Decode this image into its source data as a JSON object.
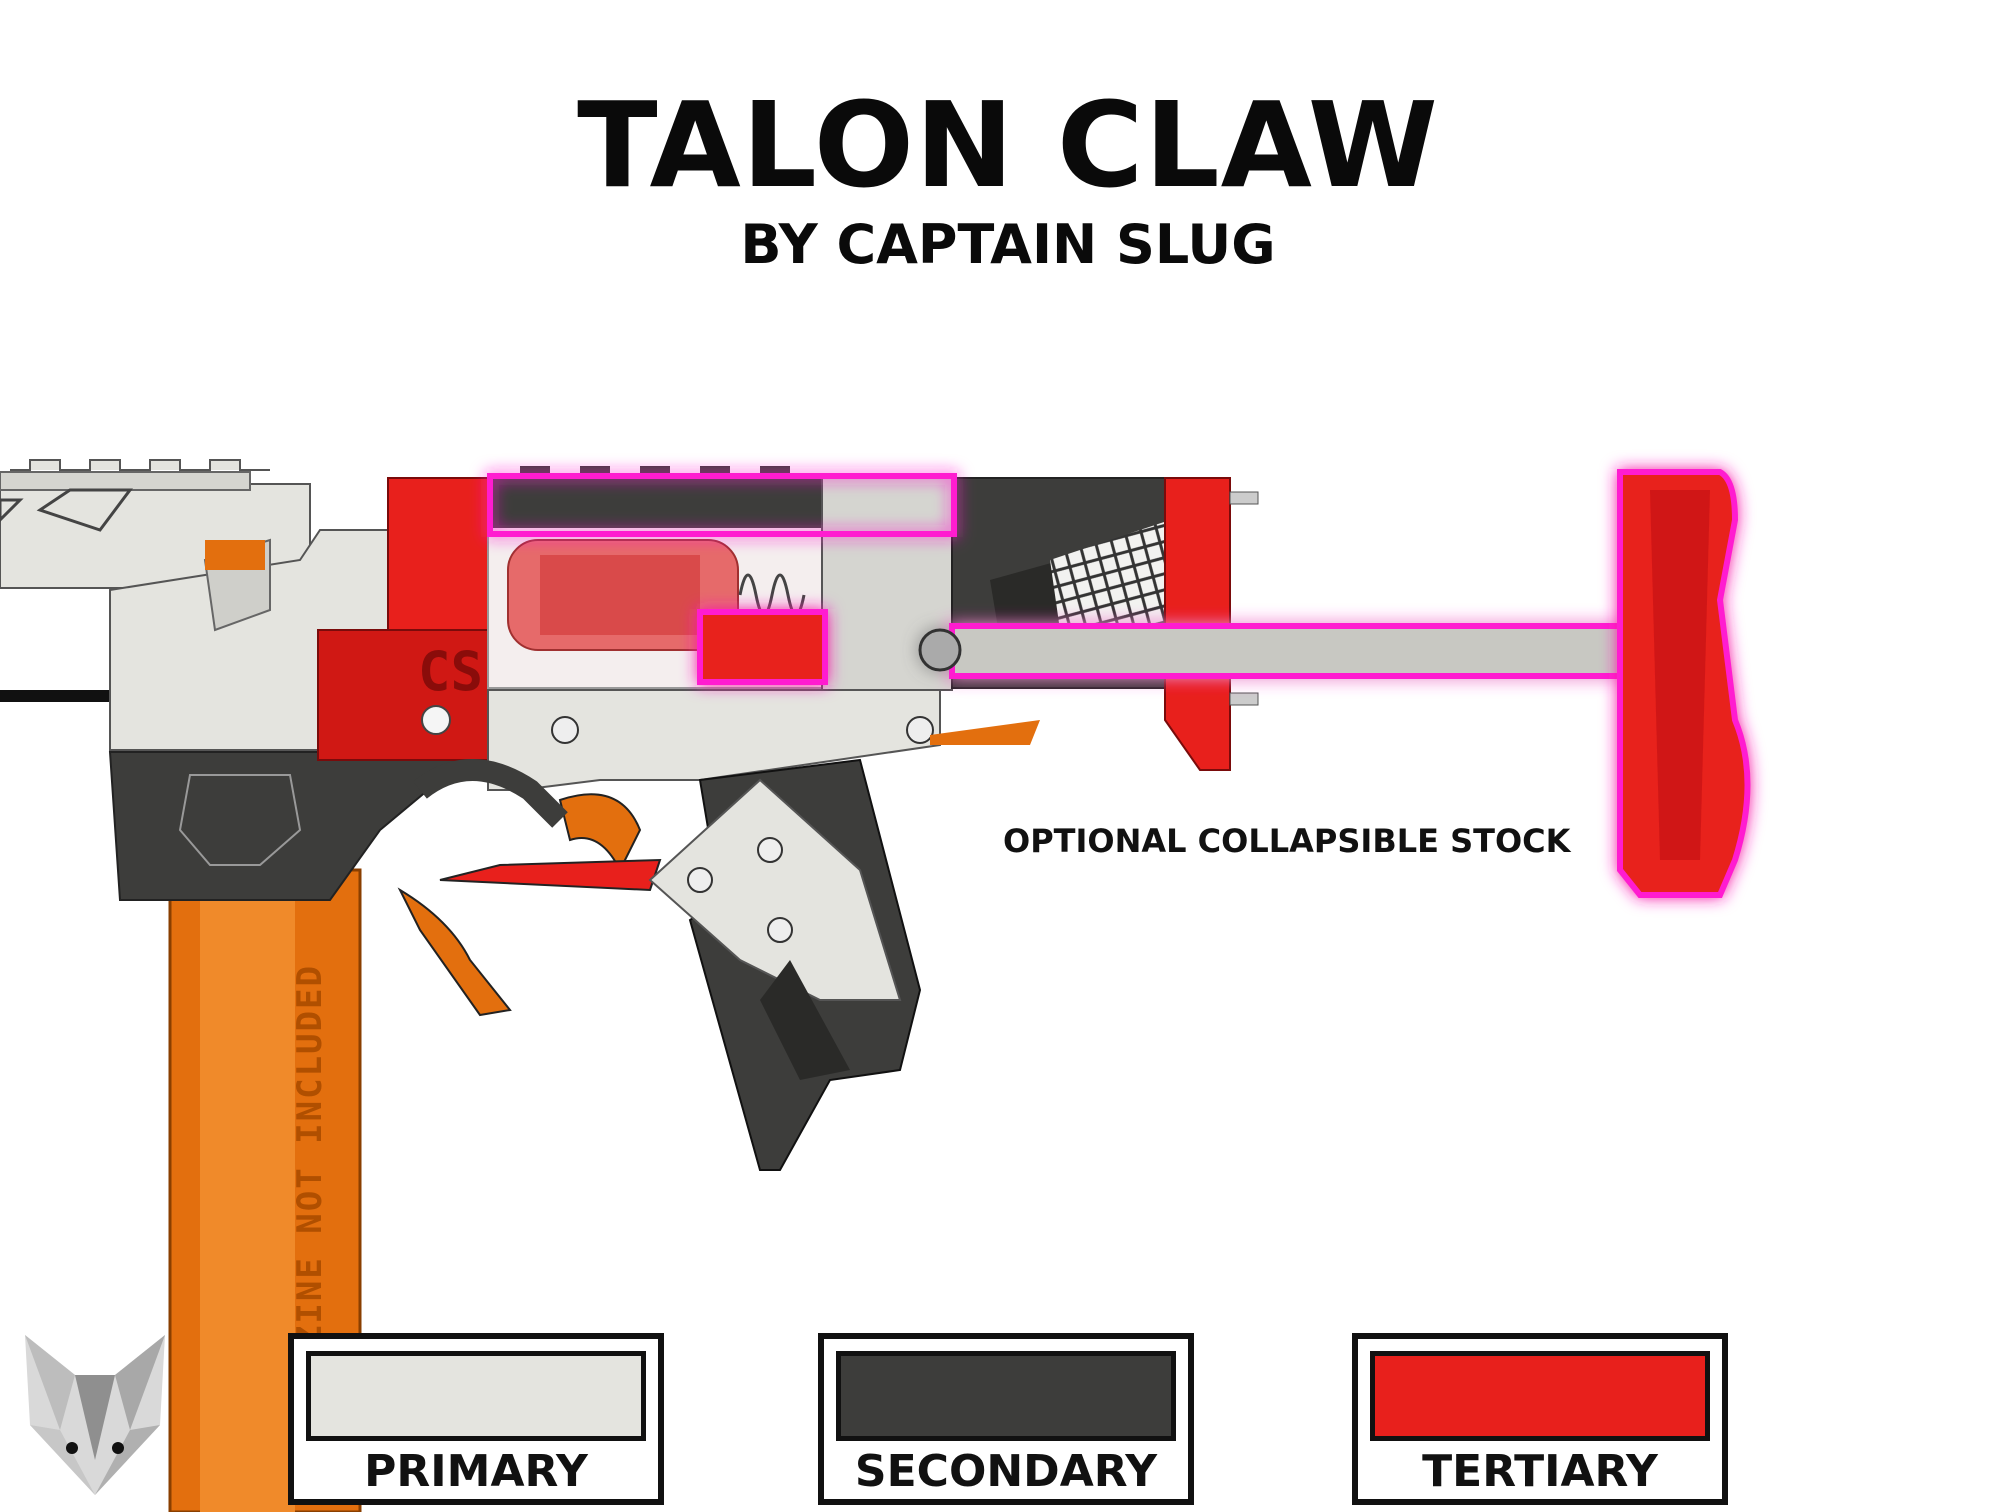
{
  "title": "TALON CLAW",
  "subtitle": "BY CAPTAIN SLUG",
  "stock_note": "OPTIONAL COLLAPSIBLE STOCK",
  "magazine_note": "MAGAZINE NOT INCLUDED",
  "stock_letters": "CS",
  "legend": [
    {
      "label": "PRIMARY",
      "color": "#e4e4df"
    },
    {
      "label": "SECONDARY",
      "color": "#3d3d3b"
    },
    {
      "label": "TERTIARY",
      "color": "#e8201c"
    }
  ],
  "colors": {
    "primary": "#e4e4df",
    "secondary": "#3d3d3b",
    "tertiary": "#e8201c",
    "magazine": "#e36f0e",
    "highlight": "#ff1fd0"
  }
}
